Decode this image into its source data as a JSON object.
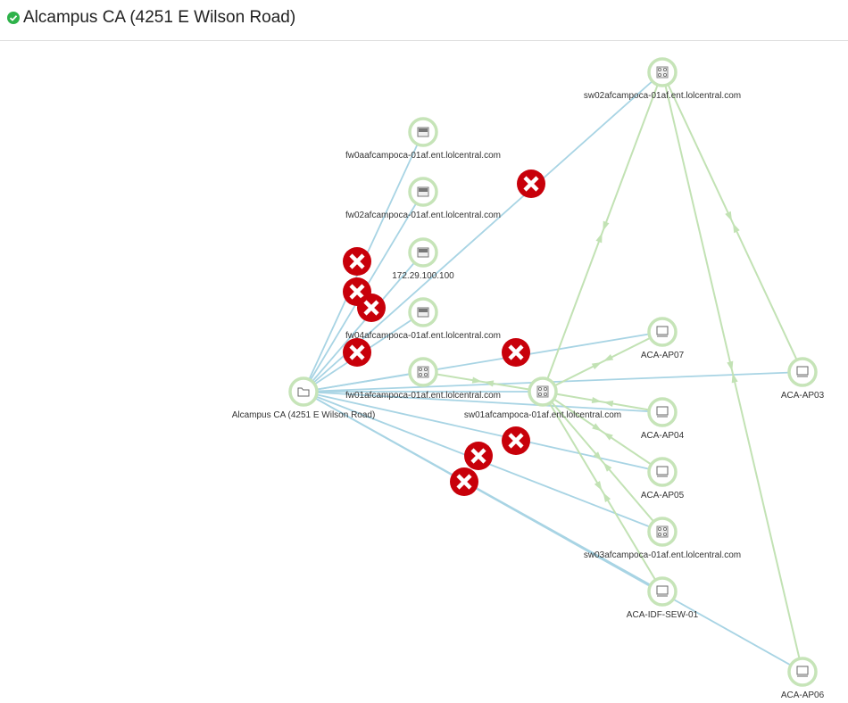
{
  "header": {
    "title": "Alcampus CA (4251 E Wilson Road)",
    "status": "ok",
    "status_icon": "check-circle-icon"
  },
  "colors": {
    "link_blue": "#a8d4e4",
    "link_green": "#c2e2b4",
    "node_ring": "#c6e4b8",
    "error": "#c8000a",
    "status_ok": "#2eb24a"
  },
  "nodes": [
    {
      "id": "root",
      "type": "site",
      "icon": "folder-icon",
      "label": "Alcampus CA (4251 E Wilson Road)"
    },
    {
      "id": "fw1",
      "type": "firewall",
      "icon": "firewall-icon",
      "label": "fw0aafcampoca-01af.ent.lolcentral.com"
    },
    {
      "id": "fw2",
      "type": "firewall",
      "icon": "firewall-icon",
      "label": "fw02afcampoca-01af.ent.lolcentral.com"
    },
    {
      "id": "fw3",
      "type": "firewall",
      "icon": "firewall-icon",
      "label": "172.29.100.100"
    },
    {
      "id": "fw4",
      "type": "firewall",
      "icon": "firewall-icon",
      "label": "fw04afcampoca-01af.ent.lolcentral.com"
    },
    {
      "id": "sw1",
      "type": "switch",
      "icon": "switch-icon",
      "label": "fw01afcampoca-01af.ent.lolcentral.com"
    },
    {
      "id": "core",
      "type": "switch",
      "icon": "switch-icon",
      "label": "sw01afcampoca-01af.ent.lolcentral.com"
    },
    {
      "id": "top",
      "type": "switch",
      "icon": "switch-icon",
      "label": "sw02afcampoca-01af.ent.lolcentral.com"
    },
    {
      "id": "ap1",
      "type": "ap",
      "icon": "access-point-icon",
      "label": "ACA-AP07"
    },
    {
      "id": "ap2",
      "type": "ap",
      "icon": "access-point-icon",
      "label": "ACA-AP03"
    },
    {
      "id": "ap3",
      "type": "ap",
      "icon": "access-point-icon",
      "label": "ACA-AP04"
    },
    {
      "id": "ap4",
      "type": "ap",
      "icon": "access-point-icon",
      "label": "ACA-AP05"
    },
    {
      "id": "sw2",
      "type": "switch",
      "icon": "switch-icon",
      "label": "sw03afcampoca-01af.ent.lolcentral.com"
    },
    {
      "id": "ap5",
      "type": "ap",
      "icon": "access-point-icon",
      "label": "ACA-IDF-SEW-01"
    },
    {
      "id": "ap6",
      "type": "ap",
      "icon": "access-point-icon",
      "label": "ACA-AP06"
    }
  ],
  "links": [
    {
      "from": "root",
      "to": "fw1",
      "kind": "blue"
    },
    {
      "from": "root",
      "to": "fw2",
      "kind": "blue"
    },
    {
      "from": "root",
      "to": "fw3",
      "kind": "blue"
    },
    {
      "from": "root",
      "to": "fw4",
      "kind": "blue"
    },
    {
      "from": "root",
      "to": "sw1",
      "kind": "blue"
    },
    {
      "from": "root",
      "to": "top",
      "kind": "blue"
    },
    {
      "from": "root",
      "to": "ap1",
      "kind": "blue"
    },
    {
      "from": "root",
      "to": "ap2",
      "kind": "blue"
    },
    {
      "from": "root",
      "to": "ap3",
      "kind": "blue"
    },
    {
      "from": "root",
      "to": "ap4",
      "kind": "blue"
    },
    {
      "from": "root",
      "to": "sw2",
      "kind": "blue"
    },
    {
      "from": "root",
      "to": "ap5",
      "kind": "blue"
    },
    {
      "from": "root",
      "to": "ap6",
      "kind": "blue"
    },
    {
      "from": "root",
      "to": "core",
      "kind": "blue"
    },
    {
      "from": "core",
      "to": "top",
      "kind": "green"
    },
    {
      "from": "core",
      "to": "ap1",
      "kind": "green"
    },
    {
      "from": "core",
      "to": "ap3",
      "kind": "green"
    },
    {
      "from": "core",
      "to": "ap4",
      "kind": "green"
    },
    {
      "from": "core",
      "to": "sw2",
      "kind": "green"
    },
    {
      "from": "core",
      "to": "ap5",
      "kind": "green"
    },
    {
      "from": "sw1",
      "to": "core",
      "kind": "green"
    },
    {
      "from": "top",
      "to": "ap2",
      "kind": "green"
    },
    {
      "from": "top",
      "to": "ap6",
      "kind": "green"
    }
  ],
  "error_markers": 9
}
